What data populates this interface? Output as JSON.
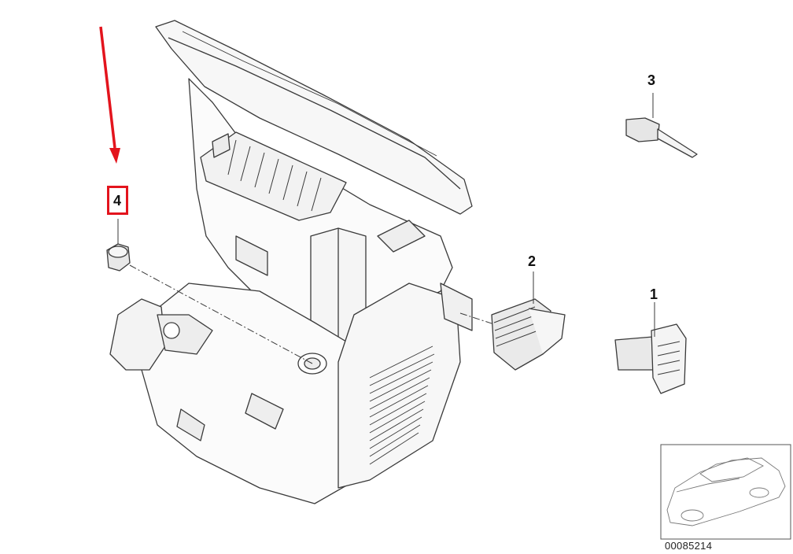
{
  "callouts": {
    "part_1": "1",
    "part_2": "2",
    "part_3": "3",
    "part_4": "4"
  },
  "reference_number": "00085214",
  "colors": {
    "highlight": "#e3141d",
    "line": "#3a3a3a",
    "fill": "#ffffff",
    "shade": "#e6e6e6"
  }
}
